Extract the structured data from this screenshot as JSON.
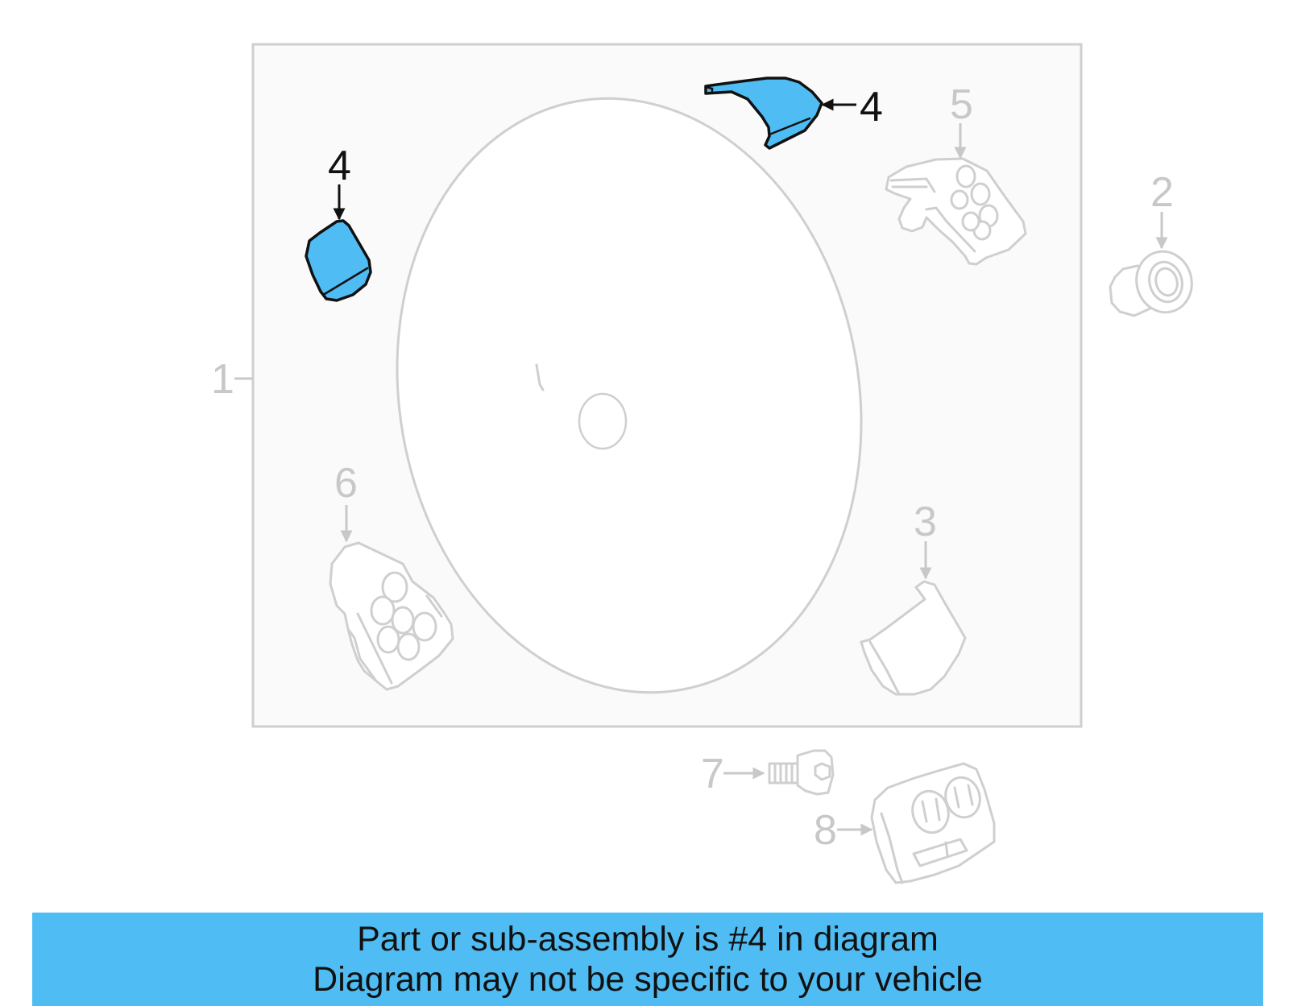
{
  "diagram": {
    "highlight_color": "#4FBDF3",
    "dim_color": "#c8c8c8",
    "frame_fill": "#fafafa",
    "callouts": {
      "part_1": "1",
      "part_2": "2",
      "part_3": "3",
      "part_4_top": "4",
      "part_4_left": "4",
      "part_5": "5",
      "part_6": "6",
      "part_7": "7",
      "part_8": "8"
    },
    "highlighted_part": "4"
  },
  "banner": {
    "line1": "Part or sub-assembly is #4 in diagram",
    "line2": "Diagram may not be specific to your vehicle",
    "background": "#4FBDF3"
  }
}
